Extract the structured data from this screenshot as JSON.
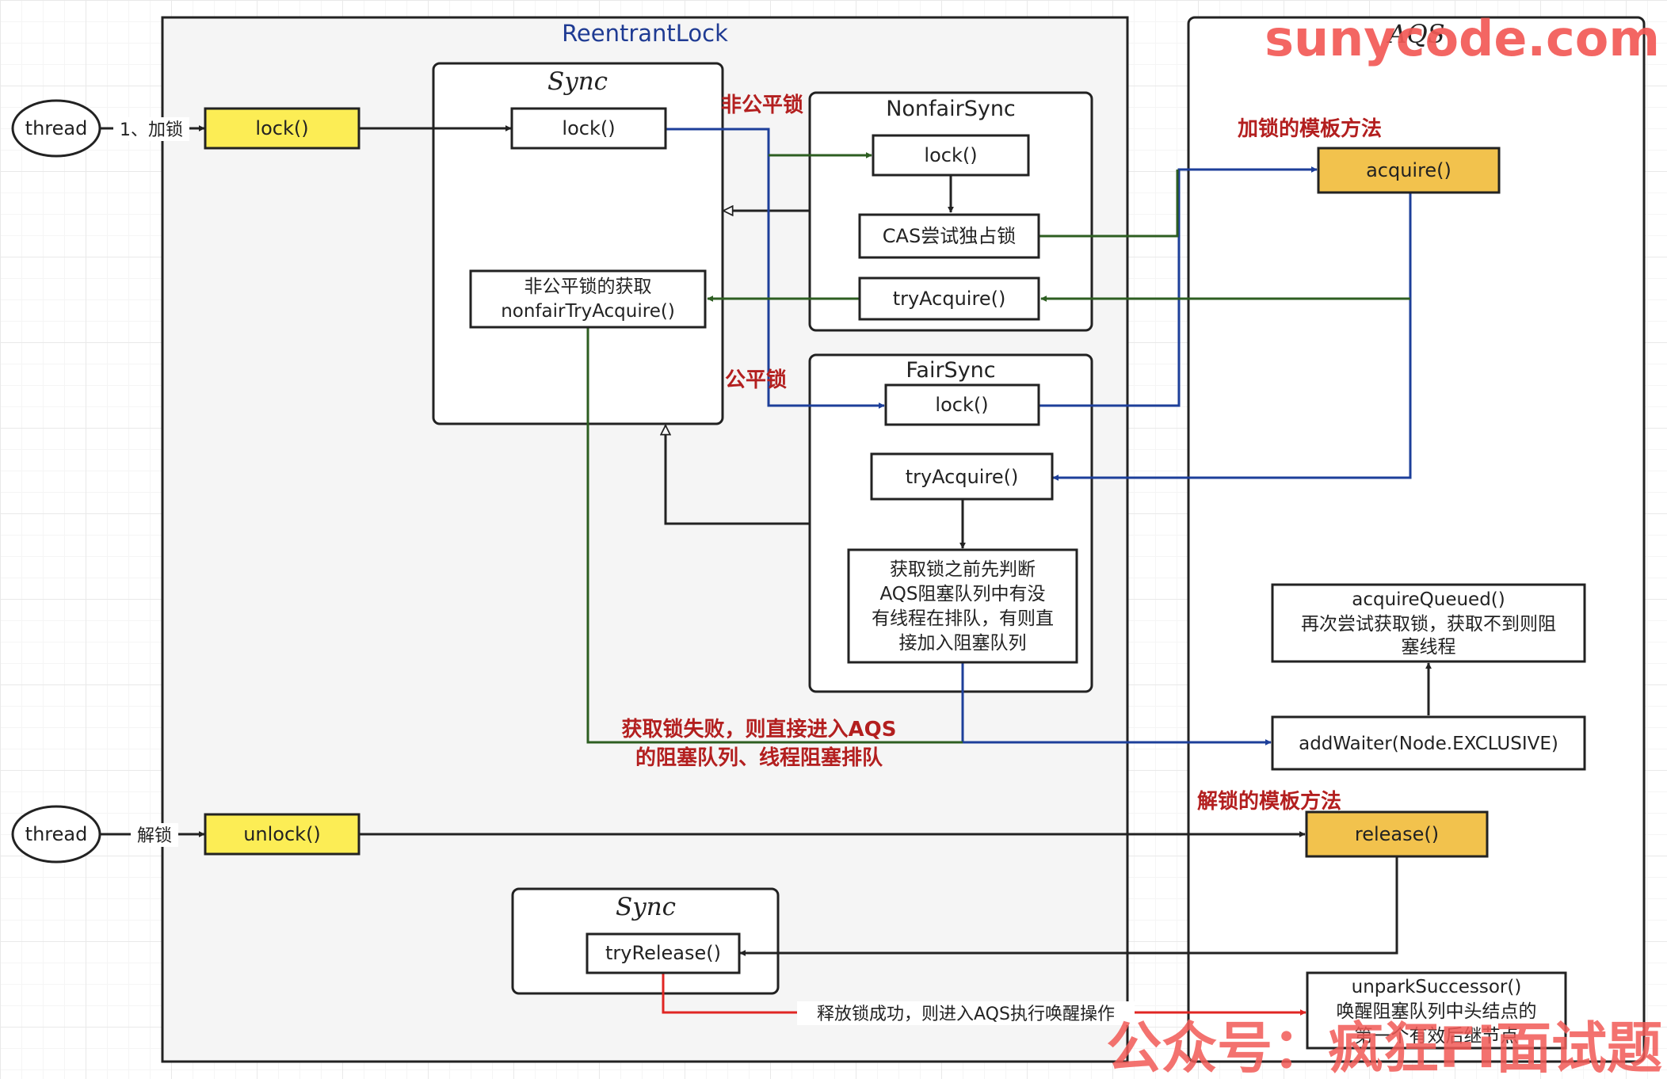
{
  "containers": {
    "reentrant_lock": "ReentrantLock",
    "aqs": "AQS",
    "sync_top": "Sync",
    "nonfair_sync": "NonfairSync",
    "fair_sync": "FairSync",
    "sync_bottom": "Sync"
  },
  "actors": {
    "thread_lock": "thread",
    "thread_unlock": "thread"
  },
  "boxes": {
    "entry_lock": "lock()",
    "entry_unlock": "unlock()",
    "sync_lock": "lock()",
    "nonfair_lock": "lock()",
    "cas": "CAS尝试独占锁",
    "nonfair_tryacquire": "tryAcquire()",
    "nonfair_try_acquire_l1": "非公平锁的获取",
    "nonfair_try_acquire_l2": "nonfairTryAcquire()",
    "fair_lock": "lock()",
    "fair_tryacquire": "tryAcquire()",
    "fair_check_l1": "获取锁之前先判断",
    "fair_check_l2": "AQS阻塞队列中有没",
    "fair_check_l3": "有线程在排队，有则直",
    "fair_check_l4": "接加入阻塞队列",
    "acquire": "acquire()",
    "acquire_queued_l1": "acquireQueued()",
    "acquire_queued_l2": "再次尝试获取锁，获取不到则阻",
    "acquire_queued_l3": "塞线程",
    "add_waiter": "addWaiter(Node.EXCLUSIVE)",
    "release": "release()",
    "try_release": "tryRelease()",
    "unpark_l1": "unparkSuccessor()",
    "unpark_l2": "唤醒阻塞队列中头结点的",
    "unpark_l3": "第一个有效后继节点"
  },
  "labels": {
    "lock_step": "1、加锁",
    "unlock_step": "解锁",
    "nonfair_lock_cn": "非公平锁",
    "fair_lock_cn": "公平锁",
    "acquire_template": "加锁的模板方法",
    "release_template": "解锁的模板方法",
    "fail_note_l1": "获取锁失败，则直接进入AQS",
    "fail_note_l2": "的阻塞队列、线程阻塞排队",
    "release_note": "释放锁成功，则进入AQS执行唤醒操作"
  },
  "watermarks": {
    "top": "sunycode.com",
    "bottom": "公众号：疯狂Fi面试题"
  },
  "colors": {
    "entry_fill": "#fced55",
    "template_fill": "#f2c24d",
    "blue_arrow": "#1d3f9a",
    "green_arrow": "#2d5e21",
    "red_arrow": "#e02623",
    "red_text": "#b31f1f",
    "title_blue": "#1f3b93",
    "watermark": "#f25a56"
  }
}
